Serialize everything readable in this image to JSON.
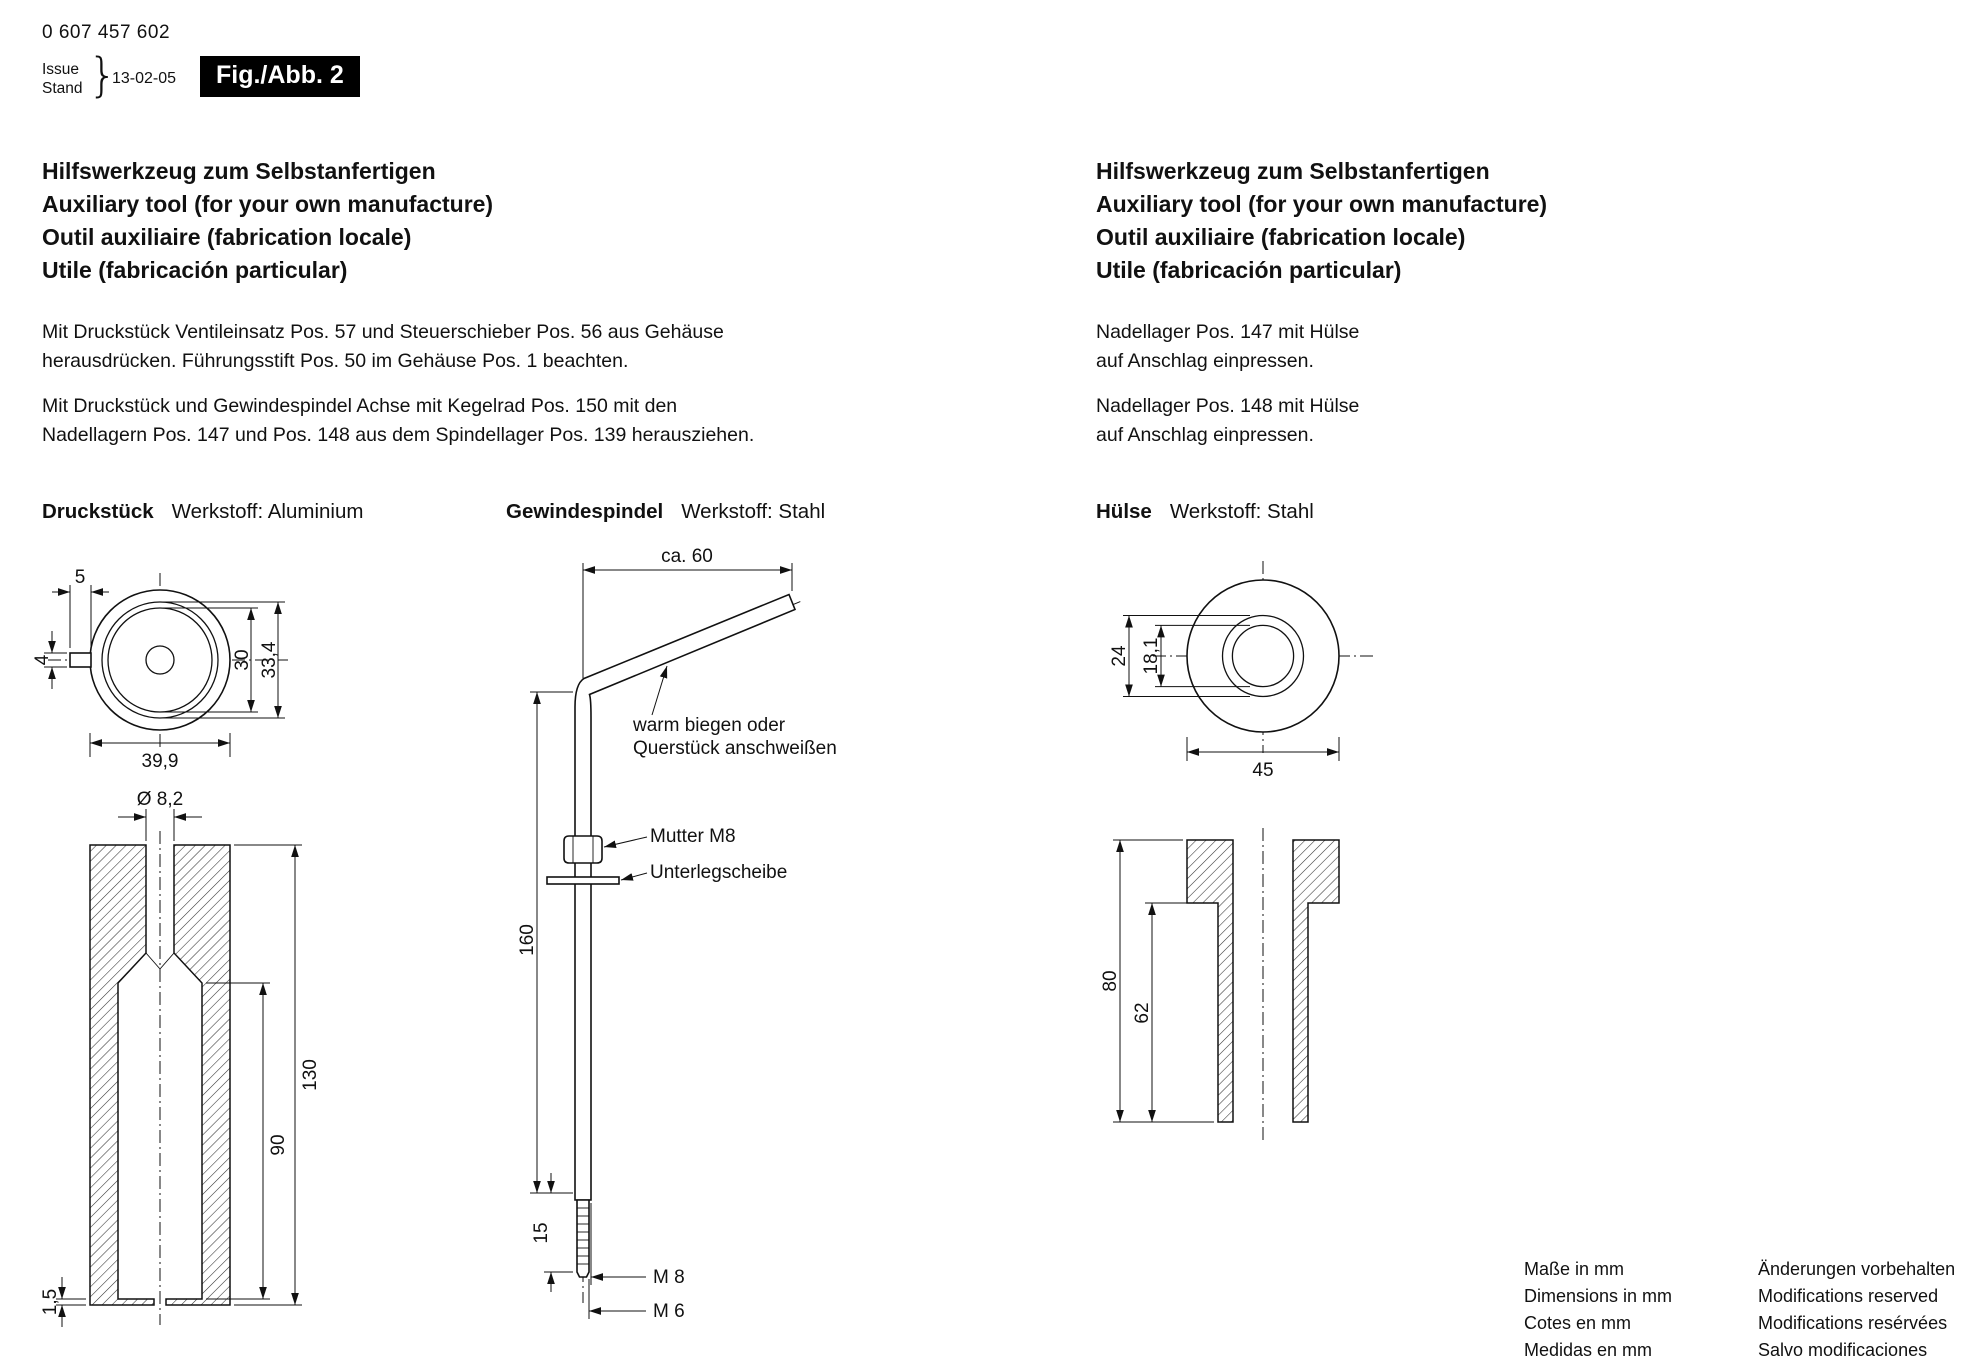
{
  "header": {
    "part_number": "0 607 457 602",
    "issue_label": "Issue",
    "stand_label": "Stand",
    "brace": "}",
    "date": "13-02-05",
    "fig_label": "Fig./Abb. 2"
  },
  "heading_lines": [
    "Hilfswerkzeug zum Selbstanfertigen",
    "Auxiliary tool (for your own manufacture)",
    "Outil auxiliaire (fabrication locale)",
    "Utile (fabricación particular)"
  ],
  "instructions_left": [
    [
      "Mit Druckstück Ventileinsatz Pos. 57 und Steuerschieber Pos. 56 aus Gehäuse",
      "herausdrücken. Führungsstift Pos. 50 im Gehäuse Pos. 1 beachten."
    ],
    [
      "Mit Druckstück und Gewindespindel Achse mit Kegelrad Pos. 150 mit den",
      "Nadellagern Pos. 147 und Pos. 148 aus dem Spindellager Pos. 139 herausziehen."
    ]
  ],
  "instructions_right": [
    [
      "Nadellager Pos. 147 mit Hülse",
      "auf Anschlag einpressen."
    ],
    [
      "Nadellager Pos. 148 mit Hülse",
      "auf Anschlag einpressen."
    ]
  ],
  "drawings": {
    "druckstueck": {
      "title": "Druckstück",
      "material": "Werkstoff: Aluminium",
      "dims": {
        "pin_length": "5",
        "pin_diameter": "4",
        "inner_diameter": "30",
        "ring_diameter": "33,4",
        "outer_diameter": "39,9",
        "bore_diameter": "Ø 8,2",
        "total_length": "130",
        "cavity_depth": "90",
        "base_step": "1,5"
      }
    },
    "gewindespindel": {
      "title": "Gewindespindel",
      "material": "Werkstoff: Stahl",
      "dims": {
        "handle_length": "ca. 60",
        "shaft_length": "160",
        "thread_length": "15",
        "thread_major": "M 8",
        "thread_minor": "M 6"
      },
      "notes": {
        "bend_line1": "warm biegen oder",
        "bend_line2": "Querstück anschweißen",
        "nut": "Mutter M8",
        "washer": "Unterlegscheibe"
      }
    },
    "huelse": {
      "title": "Hülse",
      "material": "Werkstoff: Stahl",
      "dims": {
        "step_diameter": "24",
        "bore_diameter": "18,1",
        "outer_diameter": "45",
        "total_length": "80",
        "tube_length": "62"
      }
    }
  },
  "footer": {
    "units": [
      "Maße in mm",
      "Dimensions in mm",
      "Cotes en mm",
      "Medidas en mm"
    ],
    "modifications": [
      "Änderungen vorbehalten",
      "Modifications reserved",
      "Modifications resérvées",
      "Salvo modificaciones"
    ]
  },
  "colors": {
    "ink": "#111111",
    "fig_box_bg": "#000000",
    "fig_box_text": "#ffffff",
    "paper": "#ffffff"
  }
}
